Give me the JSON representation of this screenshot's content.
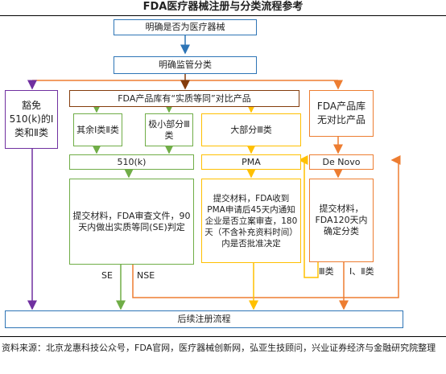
{
  "title": "FDA医疗器械注册与分类流程参考",
  "nodes": {
    "determine_device": "明确是否为医疗器械",
    "determine_class": "明确监管分类",
    "exempt": "豁免510(k)的Ⅰ类和Ⅱ类",
    "substantial_equivalence": "FDA产品库有“实质等同”对比产品",
    "no_comparable": "FDA产品库无对比产品",
    "other_class": "其余Ⅰ类Ⅱ类",
    "few_class3": "极小部分Ⅲ类",
    "most_class3": "大部分Ⅲ类",
    "k510": "510(k)",
    "pma": "PMA",
    "denovo": "De Novo",
    "k510_detail": "提交材料，FDA审查文件，90天内做出实质等同(SE)判定",
    "pma_detail": "提交材料，FDA收到PMA申请后45天内通知企业是否立案审查，180天（不含补充资料时间）内是否批准决定",
    "denovo_detail": "提交材料，FDA120天内确定分类",
    "followup": "后续注册流程"
  },
  "edge_labels": {
    "se": "SE",
    "nse": "NSE",
    "class3": "Ⅲ类",
    "class12": "Ⅰ、Ⅱ类"
  },
  "source": "资料来源：北京龙惠科技公众号，FDA官网，医疗器械创新网，弘亚生技顾问，兴业证券经济与金融研究院整理",
  "colors": {
    "blue": "#2e75b6",
    "green": "#70ad47",
    "yellow": "#ffc000",
    "orange": "#ed7d31",
    "purple": "#7030a0",
    "brown": "#843c0c"
  }
}
